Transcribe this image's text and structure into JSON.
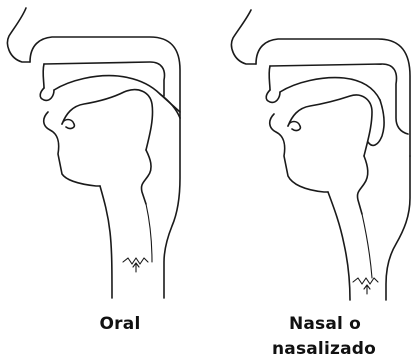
{
  "diagrams": [
    {
      "id": "oral",
      "caption": "Oral",
      "velum": "raised",
      "airflow": "up-through-mouth"
    },
    {
      "id": "nasal",
      "caption_line1": "Nasal o",
      "caption_line2": "nasalizado",
      "velum": "lowered",
      "airflow": "up-through-nose"
    }
  ],
  "colors": {
    "stroke": "#1a1a1a",
    "background": "#ffffff"
  }
}
